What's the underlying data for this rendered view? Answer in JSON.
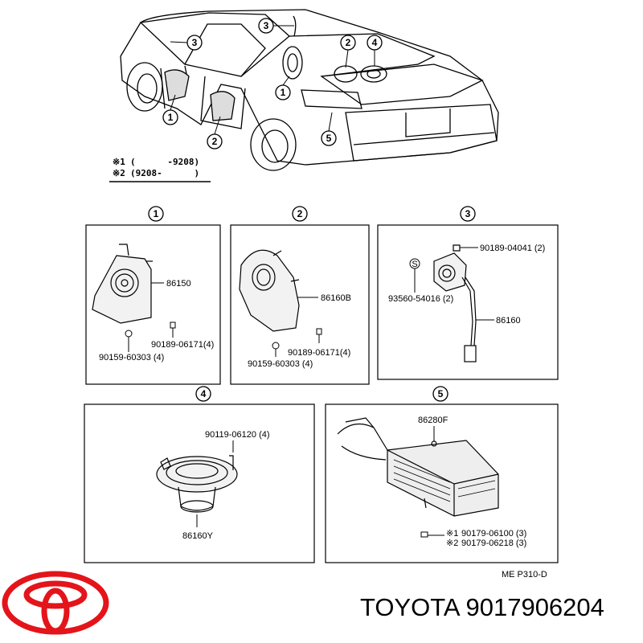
{
  "legend": {
    "mark1": "※1",
    "mark2": "※2",
    "line1": "(      -9208)",
    "line2": "(9208-      )"
  },
  "callouts": [
    "1",
    "2",
    "3",
    "4",
    "5"
  ],
  "panels": {
    "p1": {
      "number": "1",
      "part_main": "86150",
      "part_nut": "90189-06171(4)",
      "part_screw": "90159-60303 (4)"
    },
    "p2": {
      "number": "2",
      "part_main": "86160B",
      "part_nut": "90189-06171(4)",
      "part_screw": "90159-60303 (4)"
    },
    "p3": {
      "number": "3",
      "part_clip": "90189-04041 (2)",
      "part_screw": "93560-54016 (2)",
      "part_main": "86160",
      "screw_mark": "S"
    },
    "p4": {
      "number": "4",
      "part_screw": "90119-06120 (4)",
      "part_main": "86160Y"
    },
    "p5": {
      "number": "5",
      "part_main": "86280F",
      "line1_mark": "※1",
      "line1_part": "90179-06100 (3)",
      "line2_mark": "※2",
      "line2_part": "90179-06218 (3)"
    }
  },
  "diagram_code": "ME P310-D",
  "brand": {
    "name": "TOYOTA 9017906204",
    "logo_color": "#e4141b"
  }
}
